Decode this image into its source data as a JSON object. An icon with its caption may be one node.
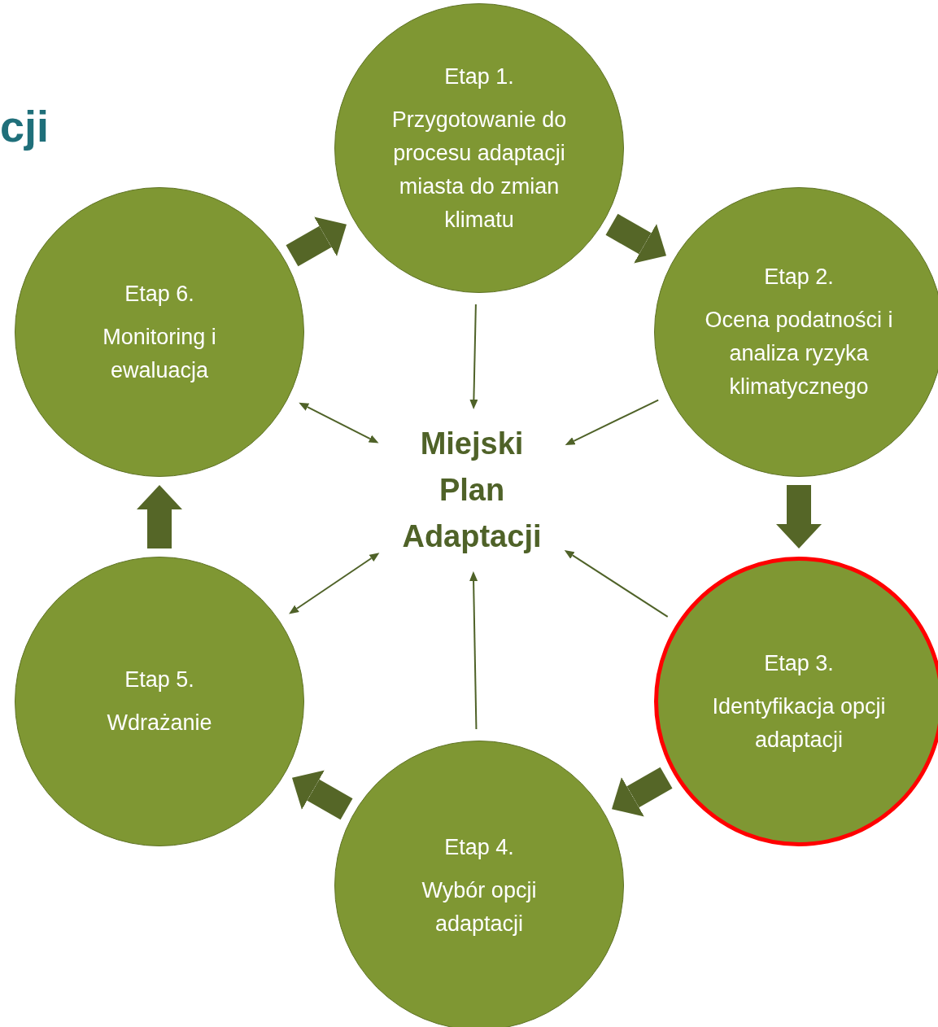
{
  "diagram": {
    "nodes": [
      {
        "text": [
          "Etap 1.",
          "Przygotowanie do procesu adaptacji miasta do zmian klimatu"
        ]
      },
      {
        "text": [
          "Etap 2.",
          "Ocena podatności i analiza ryzyka klimatycznego"
        ]
      },
      {
        "text": [
          "Etap 3.",
          "Identyfikacja opcji adaptacji"
        ]
      },
      {
        "text": [
          "Etap 4.",
          "Wybór opcji adaptacji"
        ]
      },
      {
        "text": [
          "Etap 5.",
          "Wdrażanie"
        ]
      },
      {
        "text": [
          "Etap 6.",
          "Monitoring i ewaluacja"
        ]
      },
      {
        "text": [
          "Miejski Plan Adaptacji"
        ]
      }
    ],
    "edges": [
      {
        "from": 0,
        "to": 1,
        "arrow": "to",
        "style": "thick"
      },
      {
        "from": 1,
        "to": 2,
        "arrow": "to",
        "style": "thick"
      },
      {
        "from": 2,
        "to": 3,
        "arrow": "to",
        "style": "thick"
      },
      {
        "from": 3,
        "to": 4,
        "arrow": "to",
        "style": "thick"
      },
      {
        "from": 4,
        "to": 5,
        "arrow": "to",
        "style": "thick"
      },
      {
        "from": 5,
        "to": 0,
        "arrow": "to",
        "style": "thick"
      },
      {
        "from": 0,
        "to": 6,
        "arrow": "to"
      },
      {
        "from": 1,
        "to": 6,
        "arrow": "to"
      },
      {
        "from": 2,
        "to": 6,
        "arrow": "to"
      },
      {
        "from": 3,
        "to": 6,
        "arrow": "to"
      },
      {
        "from": 6,
        "to": 4,
        "arrow": "both"
      },
      {
        "from": 6,
        "to": 5,
        "arrow": "both"
      }
    ],
    "labels": [
      "cji"
    ]
  }
}
